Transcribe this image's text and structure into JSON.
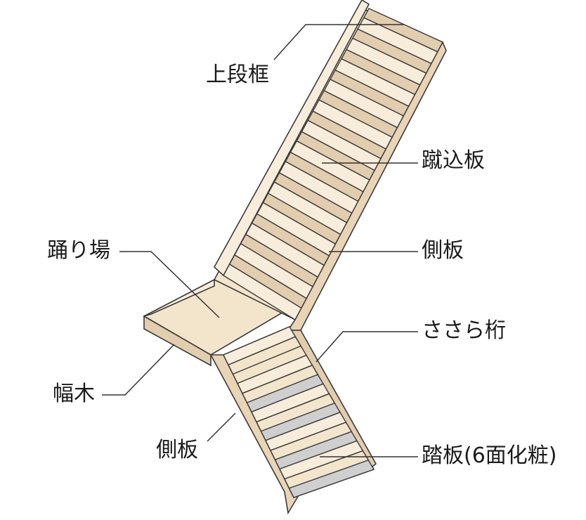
{
  "labels": {
    "upper_frame": "上段框",
    "riser": "蹴込板",
    "landing": "踊り場",
    "side_board_upper": "側板",
    "stringer": "ささら桁",
    "baseboard": "幅木",
    "side_board_lower": "側板",
    "tread": "踏板(6面化粧)"
  },
  "colors": {
    "wood": "#f3e4cc",
    "wood_dark": "#e2cdae",
    "wood_light": "#f8eddb",
    "outline": "#3a3a3a",
    "riser_gap": "#cfcfcf",
    "leader": "#333333"
  }
}
